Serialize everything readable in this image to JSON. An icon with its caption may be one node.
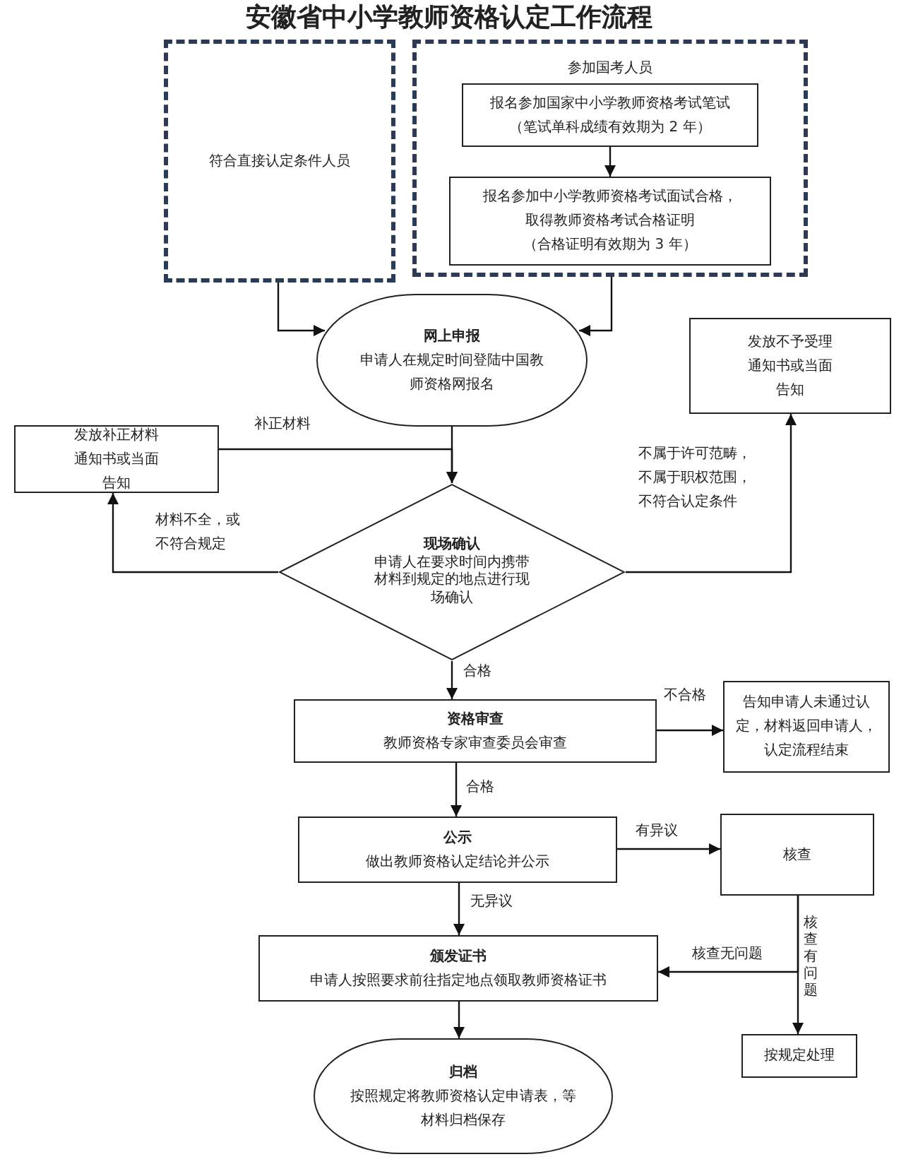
{
  "diagram": {
    "title": "安徽省中小学教师资格认定工作流程",
    "nodes": [
      {
        "text": [
          "符合直接认定条件人员"
        ]
      },
      {
        "text": [
          "参加国考人员"
        ]
      },
      {
        "text": [
          "报名参加国家中小学教师资格考试笔试",
          "（笔试单科成绩有效期为 2 年）"
        ],
        "in": 1
      },
      {
        "text": [
          "报名参加中小学教师资格考试面试合格，",
          "取得教师资格考试合格证明",
          "（合格证明有效期为 3 年）"
        ],
        "in": 1
      },
      {
        "text": [
          "网上申报",
          "申请人在规定时间登陆中国教师资格网报名"
        ]
      },
      {
        "text": [
          "发放不予受理通知书或当面告知"
        ]
      },
      {
        "text": [
          "发放补正材料通知书或当面告知"
        ]
      },
      {
        "text": [
          "现场确认",
          "申请人在要求时间内携带材料到规定的地点进行现场确认"
        ]
      },
      {
        "text": [
          "资格审查",
          "教师资格专家审查委员会审查"
        ]
      },
      {
        "text": [
          "告知申请人未通过认定，材料返回申请人，认定流程结束"
        ]
      },
      {
        "text": [
          "公示",
          "做出教师资格认定结论并公示"
        ]
      },
      {
        "text": [
          "核查"
        ]
      },
      {
        "text": [
          "颁发证书",
          "申请人按照要求前往指定地点领取教师资格证书"
        ]
      },
      {
        "text": [
          "按规定处理"
        ]
      },
      {
        "text": [
          "归档",
          "按照规定将教师资格认定申请表，等材料归档保存"
        ]
      }
    ],
    "edges": [
      {
        "from": 0,
        "to": 4,
        "arrow": "to"
      },
      {
        "from": 1,
        "to": 4,
        "arrow": "to"
      },
      {
        "from": 2,
        "to": 3,
        "arrow": "to"
      },
      {
        "from": 4,
        "to": 7,
        "arrow": "to"
      },
      {
        "from": 6,
        "to": 7,
        "arrow": "to",
        "label": "补正材料"
      },
      {
        "from": 7,
        "to": 6,
        "arrow": "to",
        "label": "材料不全，或不符合规定"
      },
      {
        "from": 7,
        "to": 5,
        "arrow": "to",
        "label": "不属于许可范畴，不属于职权范围，不符合认定条件"
      },
      {
        "from": 7,
        "to": 8,
        "arrow": "to",
        "label": "合格"
      },
      {
        "from": 8,
        "to": 9,
        "arrow": "to",
        "label": "不合格"
      },
      {
        "from": 8,
        "to": 10,
        "arrow": "to",
        "label": "合格"
      },
      {
        "from": 10,
        "to": 11,
        "arrow": "to",
        "label": "有异议"
      },
      {
        "from": 10,
        "to": 12,
        "arrow": "to",
        "label": "无异议"
      },
      {
        "from": 11,
        "to": 12,
        "arrow": "to",
        "label": "核查无问题"
      },
      {
        "from": 11,
        "to": 13,
        "arrow": "to",
        "label": "核查有问题"
      },
      {
        "from": 12,
        "to": 14,
        "arrow": "to"
      }
    ]
  }
}
